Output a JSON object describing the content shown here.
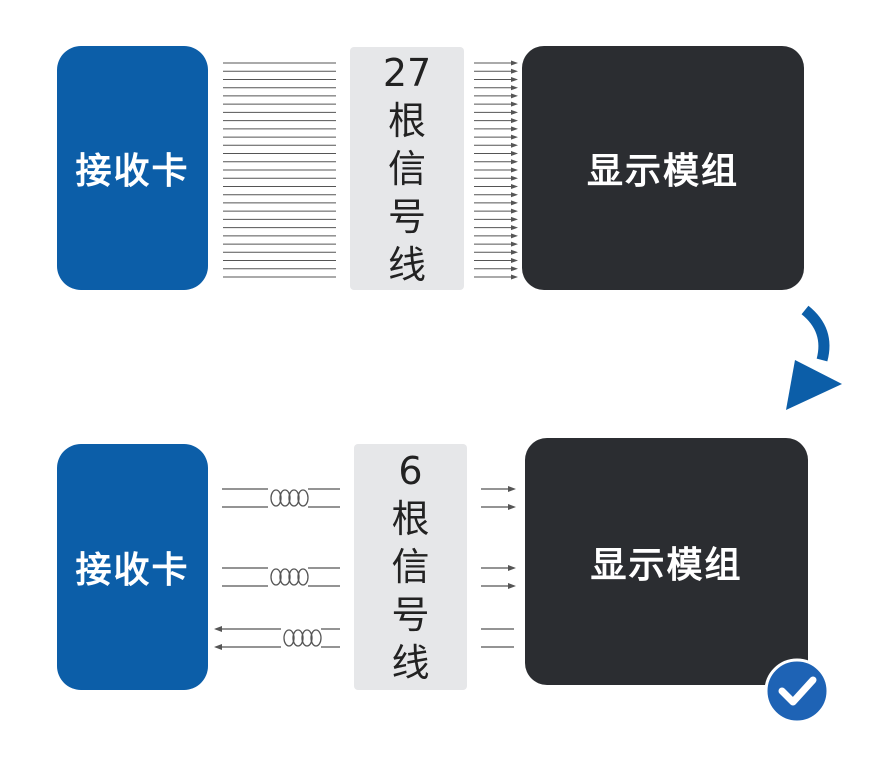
{
  "colors": {
    "receiver_blue": "#0c5ea8",
    "module_dark": "#2b2d31",
    "label_gray": "#e6e7e9",
    "line_gray": "#555555",
    "accent_blue": "#0c5ea8"
  },
  "top": {
    "receiver_label": "接收卡",
    "count_label": "27",
    "chars": [
      "根",
      "信",
      "号",
      "线"
    ],
    "module_label": "显示模组",
    "line_count": 27,
    "arrow_count": 27
  },
  "bottom": {
    "receiver_label": "接收卡",
    "count_label": "6",
    "chars": [
      "根",
      "信",
      "号",
      "线"
    ],
    "module_label": "显示模组",
    "pairs": [
      {
        "direction": "right"
      },
      {
        "direction": "right"
      },
      {
        "direction": "left"
      }
    ]
  },
  "icons": {
    "transition": "curved-arrow-down-icon",
    "status": "check-circle-icon"
  }
}
